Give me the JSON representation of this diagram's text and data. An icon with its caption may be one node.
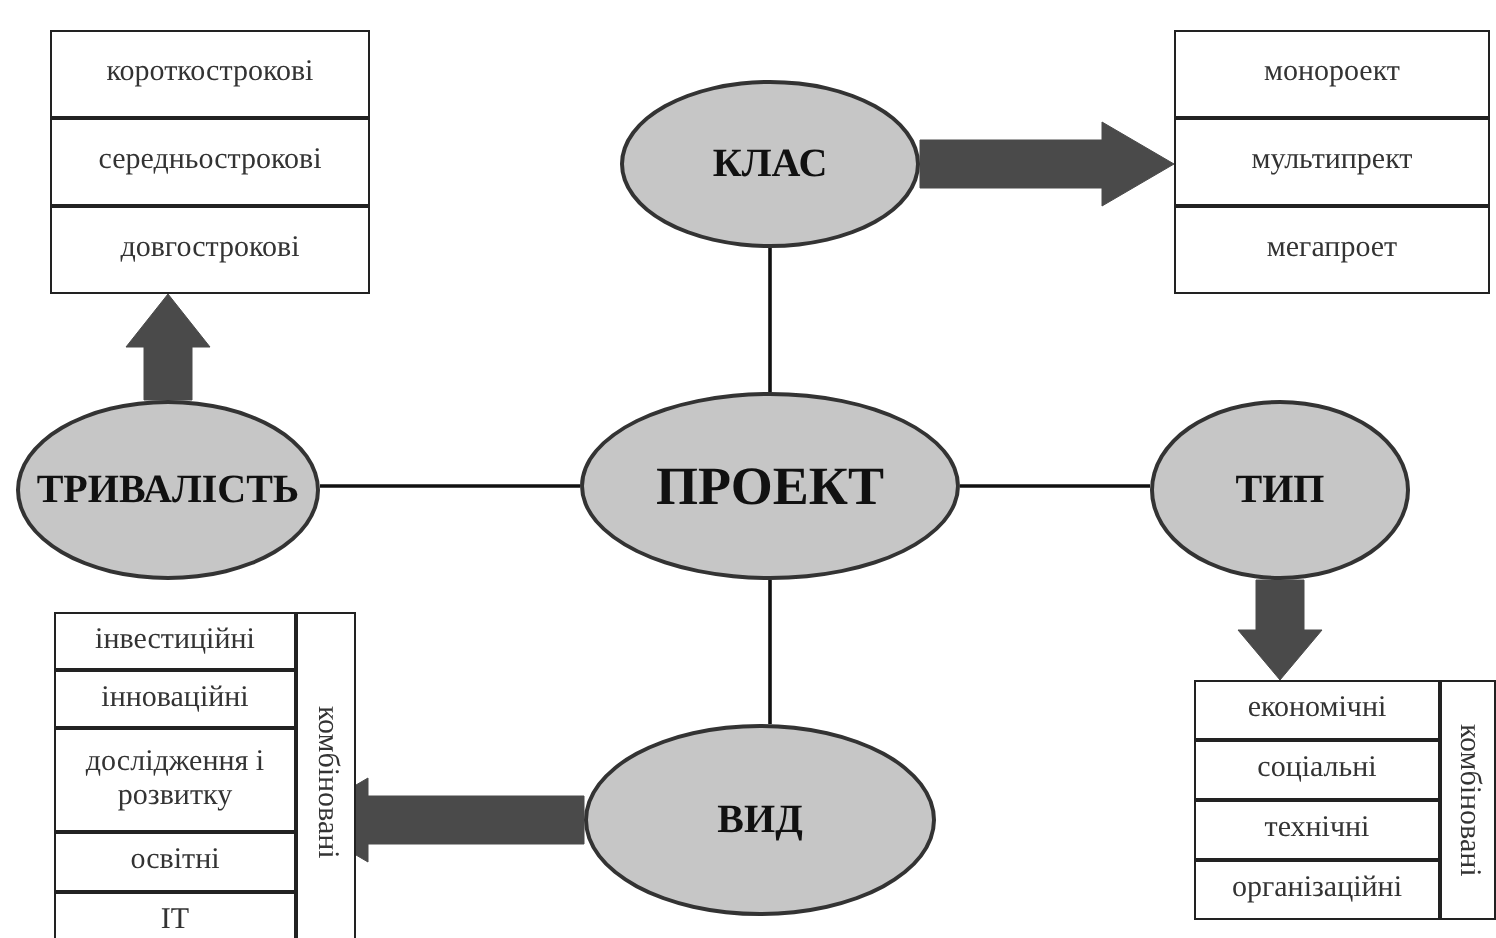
{
  "diagram": {
    "nodes": [
      {
        "text": [
          "ПРОЕКТ"
        ]
      },
      {
        "text": [
          "КЛАС"
        ]
      },
      {
        "text": [
          "ТРИВАЛІСТЬ"
        ]
      },
      {
        "text": [
          "ТИП"
        ]
      },
      {
        "text": [
          "ВИД"
        ]
      },
      {
        "text": [
          "короткострокові"
        ]
      },
      {
        "text": [
          "середньострокові"
        ]
      },
      {
        "text": [
          "довгострокові"
        ]
      },
      {
        "text": [
          "монороект"
        ]
      },
      {
        "text": [
          "мультипрект"
        ]
      },
      {
        "text": [
          "мегапроет"
        ]
      },
      {
        "text": [
          "інвестиційні"
        ]
      },
      {
        "text": [
          "інноваційні"
        ]
      },
      {
        "text": [
          "дослідження і розвитку"
        ]
      },
      {
        "text": [
          "освітні"
        ]
      },
      {
        "text": [
          "IT"
        ]
      },
      {
        "text": [
          "комбіновані"
        ]
      },
      {
        "text": [
          "економічні"
        ]
      },
      {
        "text": [
          "соціальні"
        ]
      },
      {
        "text": [
          "технічні"
        ]
      },
      {
        "text": [
          "організаційні"
        ]
      },
      {
        "text": [
          "комбіновані"
        ]
      }
    ],
    "edges": [
      {
        "from": 0,
        "to": 1,
        "arrow": "none"
      },
      {
        "from": 0,
        "to": 2,
        "arrow": "none"
      },
      {
        "from": 0,
        "to": 3,
        "arrow": "none"
      },
      {
        "from": 0,
        "to": 4,
        "arrow": "none"
      },
      {
        "from": 1,
        "to": 9,
        "arrow": "to",
        "style": "thick",
        "color": "#4a4a4a"
      },
      {
        "from": 2,
        "to": 7,
        "arrow": "to",
        "style": "thick",
        "color": "#4a4a4a"
      },
      {
        "from": 3,
        "to": 17,
        "arrow": "to",
        "style": "thick",
        "color": "#4a4a4a"
      },
      {
        "from": 4,
        "to": 13,
        "arrow": "to",
        "style": "thick",
        "color": "#4a4a4a"
      }
    ]
  }
}
